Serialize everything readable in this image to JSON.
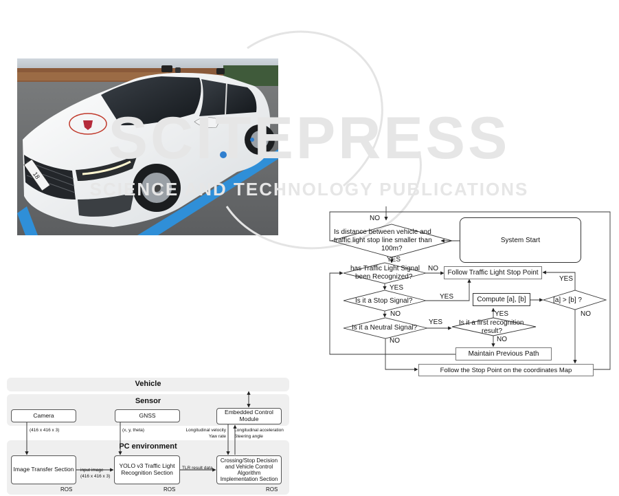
{
  "watermark": {
    "line1": "SCITEPRESS",
    "line2": "SCIENCE AND TECHNOLOGY PUBLICATIONS"
  },
  "photo": {
    "plate_text": "18"
  },
  "architecture": {
    "vehicle_title": "Vehicle",
    "sensor_title": "Sensor",
    "pc_title": "PC environment",
    "camera": "Camera",
    "gnss": "GNSS",
    "embedded": "Embedded Control Module",
    "camera_out": "(416 x 416 x 3)",
    "gnss_out": "(x, y, theta)",
    "left_signals": [
      "Longitudinal velocity",
      "Yaw rate"
    ],
    "right_signals": [
      "Longitudinal acceleration",
      "Steering angle"
    ],
    "image_transfer": "Image Transfer Section",
    "input_image": [
      "input image",
      "(416 x 416 x 3)"
    ],
    "yolo": "YOLO v3 Traffic Light Recognition Section",
    "tlr_result": "TLR result data",
    "crossing": "Crossing/Stop Decision and Vehicle Control Algorithm Implementation Section",
    "ros_label": "ROS"
  },
  "flowchart": {
    "no_top": "NO",
    "distance_q": [
      "Is distance between vehicle and",
      "traffic light stop line smaller than",
      "100m?"
    ],
    "system_start": "System Start",
    "yes_1": "YES",
    "recognized_q": [
      "has Traffic Light Signal",
      "been Recognized?"
    ],
    "no_2": "NO",
    "follow_tl": "Follow Traffic Light Stop Point",
    "yes_right": "YES",
    "yes_2": "YES",
    "stop_q": "Is it a Stop Signal?",
    "yes_3": "YES",
    "compute": "Compute [a], [b]",
    "compare": "[a] > [b] ?",
    "no_3": "NO",
    "yes_4": "YES",
    "no_right": "NO",
    "neutral_q": "Is it a Neutral Signal?",
    "yes_5": "YES",
    "first_q": [
      "Is it a first recognition",
      "result?"
    ],
    "no_4": "NO",
    "no_5": "NO",
    "maintain": "Maintain Previous Path",
    "follow_stop": "Follow the Stop Point on the coordinates Map"
  }
}
